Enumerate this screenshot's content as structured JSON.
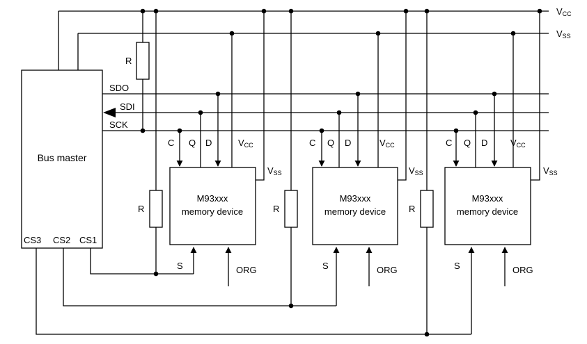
{
  "bus_master": {
    "label": "Bus master",
    "outputs": [
      "SDO",
      "SDI",
      "SCK"
    ],
    "chip_selects": [
      "CS3",
      "CS2",
      "CS1"
    ]
  },
  "rails": {
    "vcc": {
      "main": "V",
      "sub": "CC"
    },
    "vss": {
      "main": "V",
      "sub": "SS"
    }
  },
  "pullup_label": "R",
  "devices": [
    {
      "line1": "M93xxx",
      "line2": "memory device",
      "pins": {
        "c": "C",
        "q": "Q",
        "d": "D",
        "s": "S",
        "org": "ORG"
      },
      "vcc": {
        "main": "V",
        "sub": "CC"
      },
      "vss": {
        "main": "V",
        "sub": "SS"
      },
      "resistor": "R"
    },
    {
      "line1": "M93xxx",
      "line2": "memory device",
      "pins": {
        "c": "C",
        "q": "Q",
        "d": "D",
        "s": "S",
        "org": "ORG"
      },
      "vcc": {
        "main": "V",
        "sub": "CC"
      },
      "vss": {
        "main": "V",
        "sub": "SS"
      },
      "resistor": "R"
    },
    {
      "line1": "M93xxx",
      "line2": "memory device",
      "pins": {
        "c": "C",
        "q": "Q",
        "d": "D",
        "s": "S",
        "org": "ORG"
      },
      "vcc": {
        "main": "V",
        "sub": "CC"
      },
      "vss": {
        "main": "V",
        "sub": "SS"
      },
      "resistor": "R"
    }
  ]
}
